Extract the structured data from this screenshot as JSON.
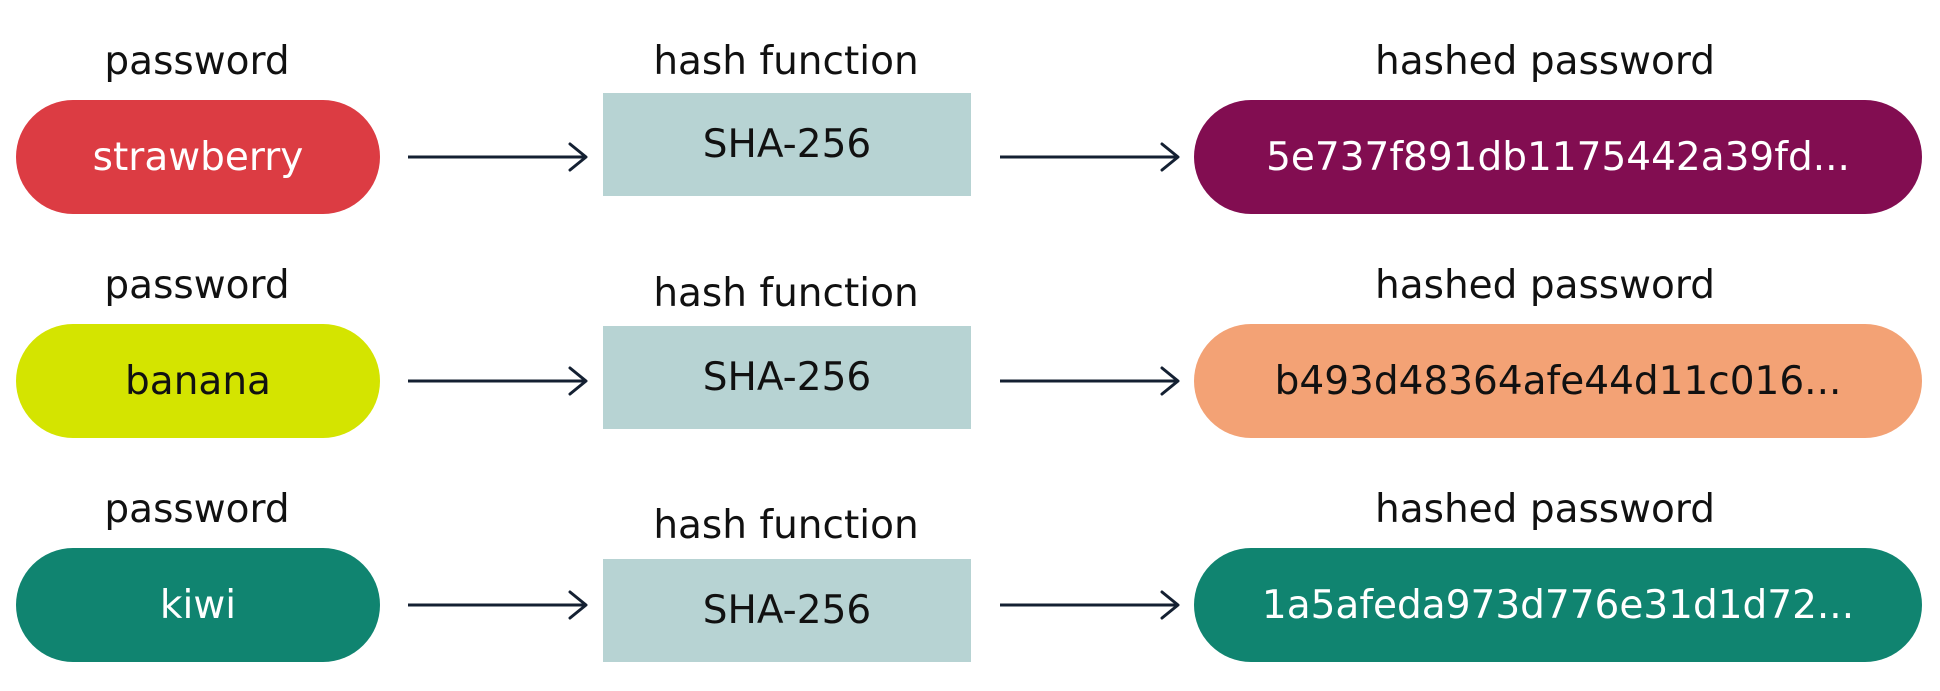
{
  "rows": [
    {
      "password_label": "password",
      "password": "strawberry",
      "password_color": "#dc3c43",
      "password_text_color": "#ffffff",
      "function_label": "hash function",
      "function": "SHA-256",
      "hashed_label": "hashed password",
      "hashed": "5e737f891db1175442a39fd...",
      "hashed_color": "#820d51",
      "hashed_text_color": "#ffffff"
    },
    {
      "password_label": "password",
      "password": "banana",
      "password_color": "#d4e400",
      "password_text_color": "#111111",
      "function_label": "hash function",
      "function": "SHA-256",
      "hashed_label": "hashed password",
      "hashed": "b493d48364afe44d11c016...",
      "hashed_color": "#f3a275",
      "hashed_text_color": "#111111"
    },
    {
      "password_label": "password",
      "password": "kiwi",
      "password_color": "#108470",
      "password_text_color": "#ffffff",
      "function_label": "hash function",
      "function": "SHA-256",
      "hashed_label": "hashed password",
      "hashed": "1a5afeda973d776e31d1d72...",
      "hashed_color": "#108470",
      "hashed_text_color": "#ffffff"
    }
  ],
  "colors": {
    "function_box": "#b7d3d3",
    "arrow": "#142032",
    "text": "#111111"
  },
  "icons": {
    "arrow": "arrow-right-icon"
  }
}
